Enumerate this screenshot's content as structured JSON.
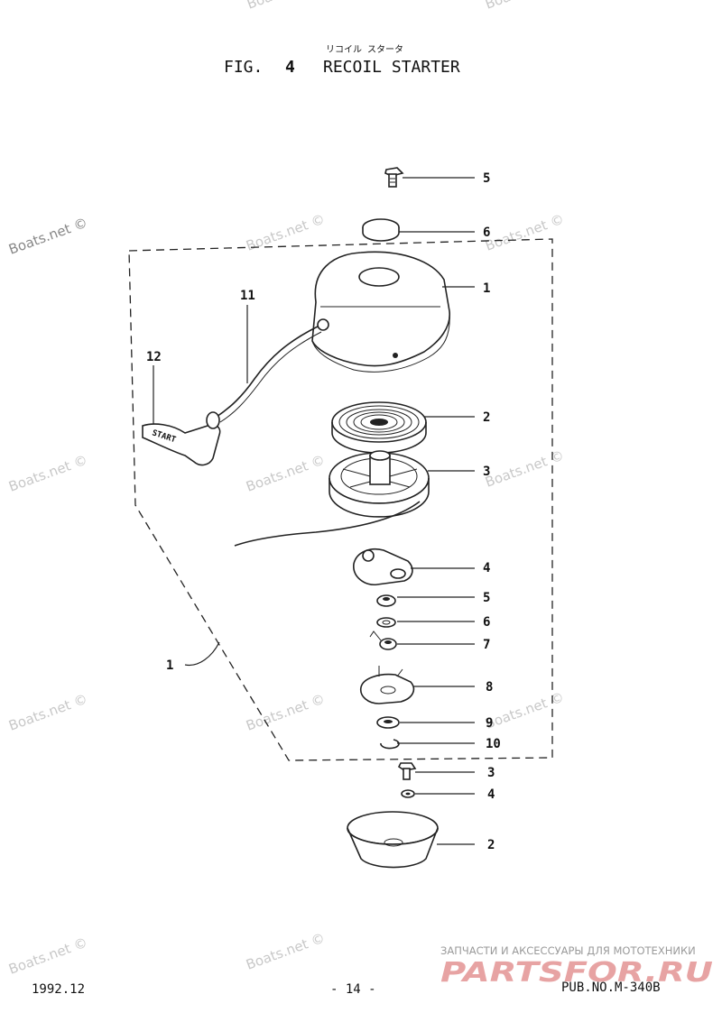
{
  "header": {
    "subtitle_jp": "リコイル スタータ",
    "fig_label": "FIG.",
    "fig_number": "4",
    "title": "RECOIL STARTER"
  },
  "callouts": {
    "c5_top": "5",
    "c6_top": "6",
    "c1_top": "1",
    "c11": "11",
    "c12": "12",
    "c2_spring": "2",
    "c3_reel": "3",
    "c4_ratchet": "4",
    "c5_spring": "5",
    "c6_washer": "6",
    "c7_spring": "7",
    "c8_plate": "8",
    "c9_washer": "9",
    "c10_clip": "10",
    "c1_assembly": "1",
    "c3_bolt": "3",
    "c4_washer": "4",
    "c2_cup": "2"
  },
  "handle_text": "START",
  "watermarks": [
    "Boats.net ©"
  ],
  "footer": {
    "date": "1992.12",
    "page": "- 14 -",
    "pub_no": "PUB.NO.M-340B",
    "ad_line": "ЗАПЧАСТИ И АКСЕССУАРЫ ДЛЯ МОТОТЕХНИКИ",
    "brand": "PARTSFOR.RU"
  },
  "colors": {
    "ink": "#111111",
    "watermark": "#c8c8c8",
    "brand_red": "#e7a3a3",
    "ad_gray": "#9a9a9a"
  }
}
